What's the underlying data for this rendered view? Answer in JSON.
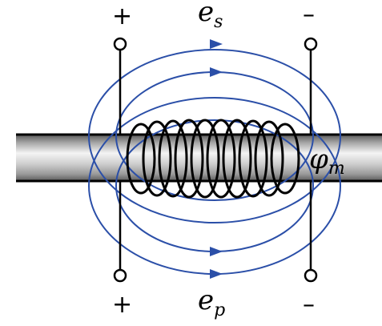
{
  "labels": {
    "top_plus": "+",
    "top_minus": "–",
    "bottom_plus": "+",
    "bottom_minus": "–",
    "es_main": "e",
    "es_sub": "s",
    "ep_main": "e",
    "ep_sub": "p",
    "phi_main": "φ",
    "phi_sub": "m"
  },
  "colors": {
    "flux": "#2b4fa8",
    "wire": "#000000",
    "core_dark": "#6e6e6e",
    "core_light": "#f2f2f2"
  }
}
